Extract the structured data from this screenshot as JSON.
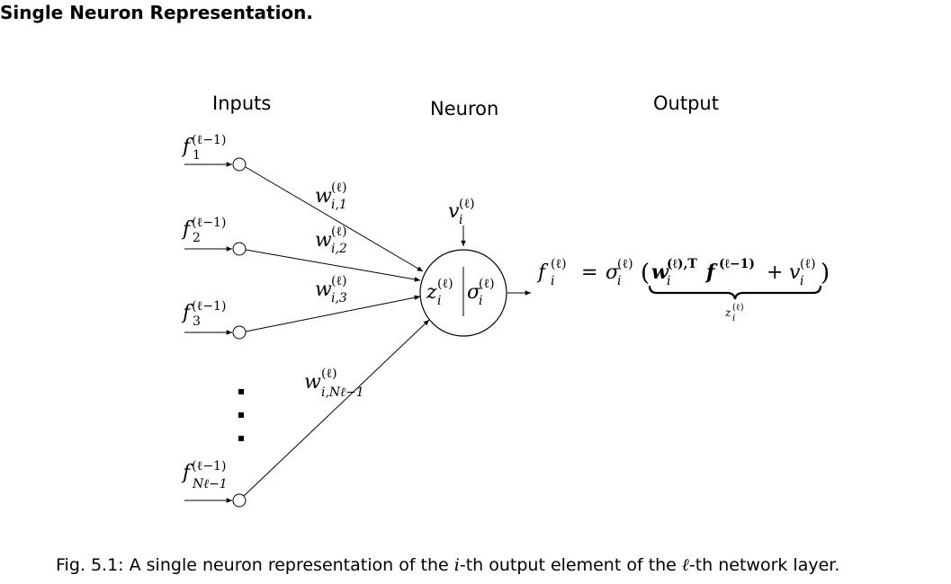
{
  "heading": "Single Neuron Representation.",
  "columns": {
    "inputs": "Inputs",
    "neuron": "Neuron",
    "output": "Output"
  },
  "inputs": [
    {
      "base": "f",
      "sup": "(ℓ−1)",
      "sub": "1"
    },
    {
      "base": "f",
      "sup": "(ℓ−1)",
      "sub": "2"
    },
    {
      "base": "f",
      "sup": "(ℓ−1)",
      "sub": "3"
    },
    {
      "base": "f",
      "sup": "(ℓ−1)",
      "sub": "Nℓ−1"
    }
  ],
  "ellipsis": "⋮",
  "weights": [
    {
      "base": "w",
      "sup": "(ℓ)",
      "sub": "i,1"
    },
    {
      "base": "w",
      "sup": "(ℓ)",
      "sub": "i,2"
    },
    {
      "base": "w",
      "sup": "(ℓ)",
      "sub": "i,3"
    },
    {
      "base": "w",
      "sup": "(ℓ)",
      "sub": "i,Nℓ−1"
    }
  ],
  "bias": {
    "base": "v",
    "sup": "(ℓ)",
    "sub": "i"
  },
  "neuron": {
    "z": {
      "base": "z",
      "sup": "(ℓ)",
      "sub": "i"
    },
    "sigma": {
      "base": "σ",
      "sup": "(ℓ)",
      "sub": "i"
    }
  },
  "equation": {
    "lhs": {
      "base": "f",
      "sup": "(ℓ)",
      "sub": "i"
    },
    "equals": "=",
    "sigma": {
      "base": "σ",
      "sup": "(ℓ)",
      "sub": "i"
    },
    "open": "(",
    "w": {
      "base": "w",
      "sup": "(ℓ),T",
      "sub": "i"
    },
    "f": {
      "base": "f",
      "sup": "(ℓ−1)"
    },
    "plus": "+",
    "v": {
      "base": "v",
      "sup": "(ℓ)",
      "sub": "i"
    },
    "close": ")",
    "underbrace": {
      "base": "z",
      "sup": "(ℓ)",
      "sub": "i"
    }
  },
  "caption": {
    "prefix": "Fig.  5.1: A single neuron representation of the ",
    "var_i": "i",
    "middle": "-th output element of the ",
    "var_l": "ℓ",
    "suffix": "-th network layer."
  }
}
